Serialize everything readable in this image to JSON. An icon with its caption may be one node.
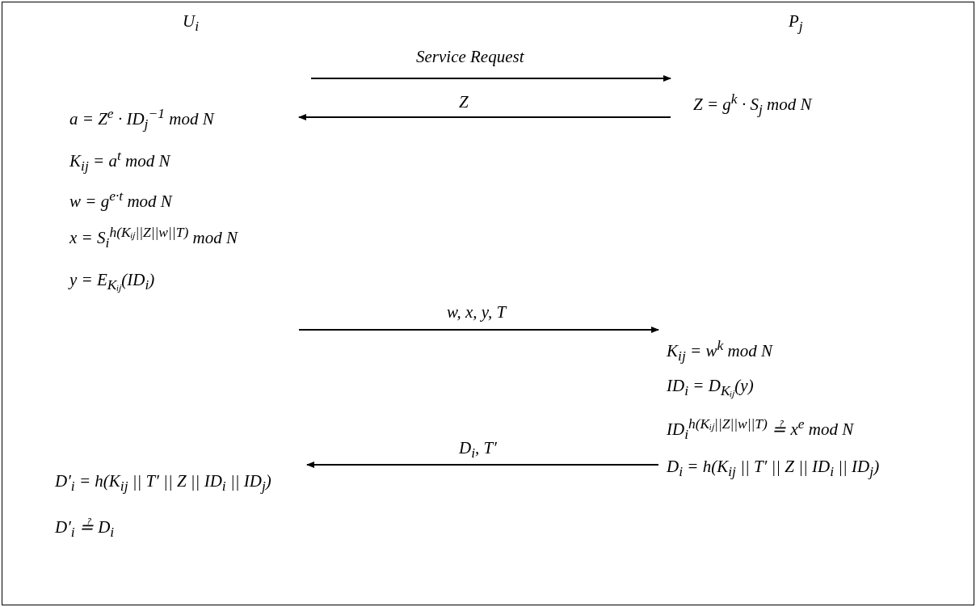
{
  "diagram": {
    "nodes": [
      {
        "text": [
          "U$_{i}$"
        ]
      },
      {
        "text": [
          "P$_{j}$"
        ]
      },
      {
        "text": [
          "Z = g$^{k}$ · S$_{j}$ mod N"
        ]
      },
      {
        "text": [
          "a = Z$^{e}$ · ID$_{j}$$^{−1}$ mod N",
          "K$_{ij}$ = a$^{t}$ mod N",
          "w = g$^{e·t}$ mod N",
          "x = S$_{i}$$^{h(Kᵢⱼ||Z||w||T)}$ mod N",
          "y = E$_{Kᵢⱼ}$(ID$_{i}$)"
        ]
      },
      {
        "text": [
          "K$_{ij}$ = w$^{k}$ mod N",
          "ID$_{i}$ = D$_{Kᵢⱼ}$(y)",
          "ID$_{i}$$^{h(Kᵢⱼ||Z||w||T)}$ ≟ x$^{e}$ mod N",
          "D$_{i}$ = h(K$_{ij}$ || T′ || Z || ID$_{i}$ || ID$_{j}$)"
        ]
      },
      {
        "text": [
          "D′$_{i}$ = h(K$_{ij}$ || T′ || Z || ID$_{i}$ || ID$_{j}$)",
          "D′$_{i}$ ≟ D$_{i}$"
        ]
      }
    ],
    "edges": [
      {
        "from": null,
        "to": 2,
        "arrow": "to",
        "label": "Service Request"
      },
      {
        "from": 2,
        "to": 3,
        "arrow": "to",
        "label": "Z"
      },
      {
        "from": 3,
        "to": 4,
        "arrow": "to",
        "label": "w, x, y, T"
      },
      {
        "from": 4,
        "to": 5,
        "arrow": "to",
        "label": "D$_{i}$, T′"
      }
    ]
  }
}
